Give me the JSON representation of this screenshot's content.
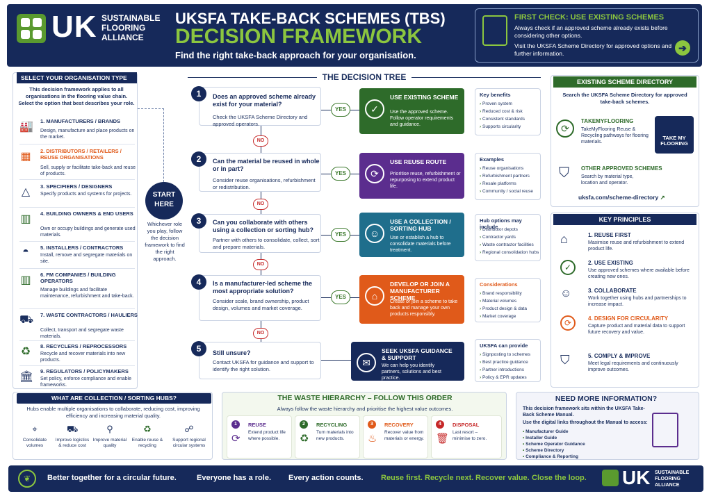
{
  "header": {
    "logo_uk": "UK",
    "logo_text": "SUSTAINABLE FLOORING ALLIANCE",
    "title_line1": "UKSFA TAKE-BACK SCHEMES (TBS)",
    "title_line2": "DECISION FRAMEWORK",
    "subtitle": "Find the right take-back approach for your organisation."
  },
  "first_check": {
    "title": "FIRST CHECK: USE EXISTING SCHEMES",
    "line1": "Always check if an approved scheme already exists before considering other options.",
    "line2": "Visit the UKSFA Scheme Directory for approved options and further information."
  },
  "org": {
    "heading": "SELECT YOUR ORGANISATION TYPE",
    "intro": "This decision framework applies to all organisations in the flooring value chain. Select the option that best describes your role.",
    "types": [
      {
        "title": "1. MANUFACTURERS / BRANDS",
        "desc": "Design, manufacture and place products on the market.",
        "icon": "factory-icon"
      },
      {
        "title": "2. DISTRIBUTORS / RETAILERS / REUSE ORGANISATIONS",
        "desc": "Sell, supply or facilitate take-back and reuse of products.",
        "icon": "shop-icon"
      },
      {
        "title": "3. SPECIFIERS / DESIGNERS",
        "desc": "Specify products and systems for projects.",
        "icon": "compass-icon"
      },
      {
        "title": "4. BUILDING OWNERS & END USERS",
        "desc": "Own or occupy buildings and generate used materials.",
        "icon": "building-icon"
      },
      {
        "title": "5. INSTALLERS / CONTRACTORS",
        "desc": "Install, remove and segregate materials on site.",
        "icon": "hardhat-icon"
      },
      {
        "title": "6. FM COMPANIES / BUILDING OPERATORS",
        "desc": "Manage buildings and facilitate maintenance, refurbishment and take-back.",
        "icon": "office-icon"
      },
      {
        "title": "7. WASTE CONTRACTORS / HAULIERS",
        "desc": "Collect, transport and segregate waste materials.",
        "icon": "truck-icon"
      },
      {
        "title": "8. RECYCLERS / REPROCESSORS",
        "desc": "Recycle and recover materials into new products.",
        "icon": "recycle-icon"
      },
      {
        "title": "9. REGULATORS / POLICYMAKERS",
        "desc": "Set policy, enforce compliance and enable frameworks.",
        "icon": "government-icon"
      }
    ]
  },
  "start": {
    "label1": "START",
    "label2": "HERE",
    "desc": "Whichever role you play, follow the decision framework to find the right approach."
  },
  "tree": {
    "heading": "THE DECISION TREE",
    "yes": "YES",
    "no": "NO",
    "questions": [
      {
        "num": "1",
        "title": "Does an approved scheme already exist for your material?",
        "desc": "Check the UKSFA Scheme Directory and approved operators."
      },
      {
        "num": "2",
        "title": "Can the material be reused in whole or in part?",
        "desc": "Consider reuse organisations, refurbishment or redistribution."
      },
      {
        "num": "3",
        "title": "Can you collaborate with others using a collection or sorting hub?",
        "desc": "Partner with others to consolidate, collect, sort and prepare materials."
      },
      {
        "num": "4",
        "title": "Is a manufacturer-led scheme the most appropriate solution?",
        "desc": "Consider scale, brand ownership, product design, volumes and market coverage."
      },
      {
        "num": "5",
        "title": "Still unsure?",
        "desc": "Contact UKSFA for guidance and support to identify the right solution."
      }
    ],
    "actions": [
      {
        "title": "USE EXISTING SCHEME",
        "desc": "Use the approved scheme. Follow operator requirements and guidance.",
        "color": "#2e6b2a",
        "icon": "check-icon"
      },
      {
        "title": "USE REUSE ROUTE",
        "desc": "Prioritise reuse, refurbishment or repurposing to extend product life.",
        "color": "#5b2d8e",
        "icon": "reuse-icon"
      },
      {
        "title": "USE A COLLECTION / SORTING HUB",
        "desc": "Use or establish a hub to consolidate materials before treatment.",
        "color": "#1f6e8c",
        "icon": "people-icon"
      },
      {
        "title": "DEVELOP OR JOIN A MANUFACTURER SCHEME",
        "desc": "Create or join a scheme to take back and manage your own products responsibly.",
        "color": "#e05a1a",
        "icon": "factory-icon"
      },
      {
        "title": "SEEK UKSFA GUIDANCE & SUPPORT",
        "desc": "We can help you identify partners, solutions and best practice.",
        "color": "#16295a",
        "icon": "chat-icon"
      }
    ],
    "lists": [
      {
        "title": "Key benefits",
        "items": [
          "Proven system",
          "Reduced cost & risk",
          "Consistent standards",
          "Supports circularity"
        ]
      },
      {
        "title": "Examples",
        "items": [
          "Reuse organisations",
          "Refurbishment partners",
          "Resale platforms",
          "Community / social reuse"
        ]
      },
      {
        "title": "Hub options may include",
        "items": [
          "Distributor depots",
          "Contractor yards",
          "Waste contractor facilities",
          "Regional consolidation hubs"
        ]
      },
      {
        "title": "Considerations",
        "items": [
          "Brand responsibility",
          "Material volumes",
          "Product design & data",
          "Market coverage"
        ]
      },
      {
        "title": "UKSFA can provide",
        "items": [
          "Signposting to schemes",
          "Best practice guidance",
          "Partner introductions",
          "Policy & EPR updates"
        ]
      }
    ]
  },
  "directory": {
    "heading": "EXISTING SCHEME DIRECTORY",
    "intro": "Search the UKSFA Scheme Directory for approved take-back schemes.",
    "tmf_title": "TAKEMYFLOORING",
    "tmf_desc": "TakeMyFlooring Reuse & Recycling pathways for flooring materials.",
    "tmf_logo1": "TAKE",
    "tmf_logo2": "MY",
    "tmf_logo3": "FLOORING",
    "other_title": "OTHER APPROVED SCHEMES",
    "other_desc": "Search by material type, location and operator.",
    "url": "uksfa.com/scheme-directory"
  },
  "principles": {
    "heading": "KEY PRINCIPLES",
    "items": [
      {
        "title": "1. REUSE FIRST",
        "desc": "Maximise reuse and refurbishment to extend product life.",
        "color": "#1b2f5e"
      },
      {
        "title": "2. USE EXISTING",
        "desc": "Use approved schemes where available before creating new ones.",
        "color": "#1b2f5e"
      },
      {
        "title": "3. COLLABORATE",
        "desc": "Work together using hubs and partnerships to increase impact.",
        "color": "#1b2f5e"
      },
      {
        "title": "4. DESIGN FOR CIRCULARITY",
        "desc": "Capture product and material data to support future recovery and value.",
        "color": "#e05a1a"
      },
      {
        "title": "5. COMPLY & IMPROVE",
        "desc": "Meet legal requirements and continuously improve outcomes.",
        "color": "#1b2f5e"
      }
    ]
  },
  "hubs": {
    "heading": "WHAT ARE COLLECTION / SORTING HUBS?",
    "intro": "Hubs enable multiple organisations to collaborate, reducing cost, improving efficiency and increasing material quality.",
    "items": [
      "Consolidate volumes",
      "Improve logistics & reduce cost",
      "Improve material quality",
      "Enable reuse & recycling",
      "Support regional circular systems"
    ]
  },
  "waste": {
    "heading": "THE WASTE HIERARCHY – FOLLOW THIS ORDER",
    "intro": "Always follow the waste hierarchy and prioritise the highest value outcomes.",
    "items": [
      {
        "num": "1",
        "title": "REUSE",
        "desc": "Extend product life where possible.",
        "color": "#5b2d8e"
      },
      {
        "num": "2",
        "title": "RECYCLING",
        "desc": "Turn materials into new products.",
        "color": "#2e6b2a"
      },
      {
        "num": "3",
        "title": "RECOVERY",
        "desc": "Recover value from materials or energy.",
        "color": "#e05a1a"
      },
      {
        "num": "4",
        "title": "DISPOSAL",
        "desc": "Last resort – minimise to zero.",
        "color": "#c62828"
      }
    ]
  },
  "info": {
    "heading": "NEED MORE INFORMATION?",
    "desc1": "This decision framework sits within the UKSFA Take-Back Scheme Manual.",
    "desc2": "Use the digital links throughout the Manual to access:",
    "links": [
      "Manufacturer Guide",
      "Installer Guide",
      "Scheme Operator Guidance",
      "Scheme Directory",
      "Compliance & Reporting"
    ]
  },
  "footer": {
    "t1": "Better together for a circular future.",
    "t2": "Everyone has a role.",
    "t3": "Every action counts.",
    "g1": "Reuse first.",
    "g2": "Recycle next.",
    "g3": "Recover value.",
    "g4": "Close the loop.",
    "logo_uk": "UK",
    "logo_text": "SUSTAINABLE FLOORING ALLIANCE"
  }
}
